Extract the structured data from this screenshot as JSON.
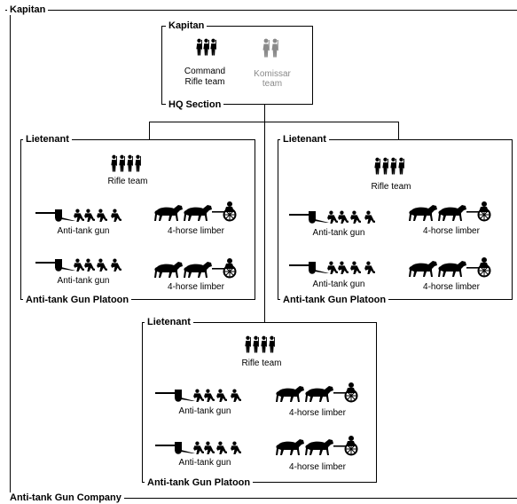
{
  "company": {
    "commander": "Kapitan",
    "name": "Anti-tank Gun Company"
  },
  "hq": {
    "commander": "Kapitan",
    "name": "HQ Section",
    "command_team": [
      "Command",
      "Rifle team"
    ],
    "komissar_team": [
      "Komissar",
      "team"
    ]
  },
  "platoons": [
    {
      "commander": "Lietenant",
      "name": "Anti-tank Gun Platoon",
      "rifle_team": "Rifle team",
      "gun_label": "Anti-tank gun",
      "limber_label": "4-horse limber"
    },
    {
      "commander": "Lietenant",
      "name": "Anti-tank Gun Platoon",
      "rifle_team": "Rifle team",
      "gun_label": "Anti-tank gun",
      "limber_label": "4-horse limber"
    },
    {
      "commander": "Lietenant",
      "name": "Anti-tank Gun Platoon",
      "rifle_team": "Rifle team",
      "gun_label": "Anti-tank gun",
      "limber_label": "4-horse limber"
    }
  ],
  "colors": {
    "line": "#000000",
    "komissar": "#8a8a8a"
  }
}
